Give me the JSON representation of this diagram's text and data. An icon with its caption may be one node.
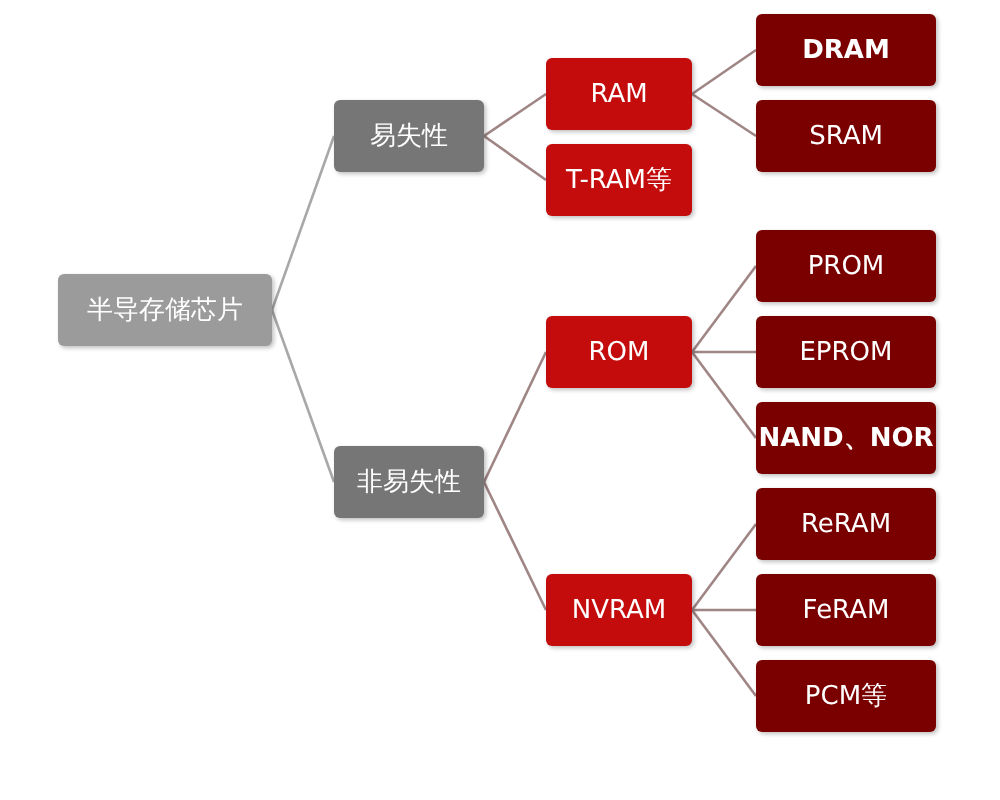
{
  "diagram": {
    "nodes": [
      {
        "text": [
          "半导存储芯片"
        ]
      },
      {
        "text": [
          "易失性"
        ]
      },
      {
        "text": [
          "非易失性"
        ]
      },
      {
        "text": [
          "RAM"
        ]
      },
      {
        "text": [
          "T-RAM等"
        ]
      },
      {
        "text": [
          "ROM"
        ]
      },
      {
        "text": [
          "NVRAM"
        ]
      },
      {
        "text": [
          "DRAM"
        ]
      },
      {
        "text": [
          "SRAM"
        ]
      },
      {
        "text": [
          "PROM"
        ]
      },
      {
        "text": [
          "EPROM"
        ]
      },
      {
        "text": [
          "NAND、NOR"
        ]
      },
      {
        "text": [
          "ReRAM"
        ]
      },
      {
        "text": [
          "FeRAM"
        ]
      },
      {
        "text": [
          "PCM等"
        ]
      }
    ],
    "edges": [
      {
        "from": 0,
        "to": 1,
        "arrow": "none"
      },
      {
        "from": 0,
        "to": 2,
        "arrow": "none"
      },
      {
        "from": 1,
        "to": 3,
        "arrow": "none"
      },
      {
        "from": 1,
        "to": 4,
        "arrow": "none"
      },
      {
        "from": 3,
        "to": 7,
        "arrow": "none"
      },
      {
        "from": 3,
        "to": 8,
        "arrow": "none"
      },
      {
        "from": 2,
        "to": 5,
        "arrow": "none"
      },
      {
        "from": 2,
        "to": 6,
        "arrow": "none"
      },
      {
        "from": 5,
        "to": 9,
        "arrow": "none"
      },
      {
        "from": 5,
        "to": 10,
        "arrow": "none"
      },
      {
        "from": 5,
        "to": 11,
        "arrow": "none"
      },
      {
        "from": 6,
        "to": 12,
        "arrow": "none"
      },
      {
        "from": 6,
        "to": 13,
        "arrow": "none"
      },
      {
        "from": 6,
        "to": 14,
        "arrow": "none"
      }
    ]
  }
}
